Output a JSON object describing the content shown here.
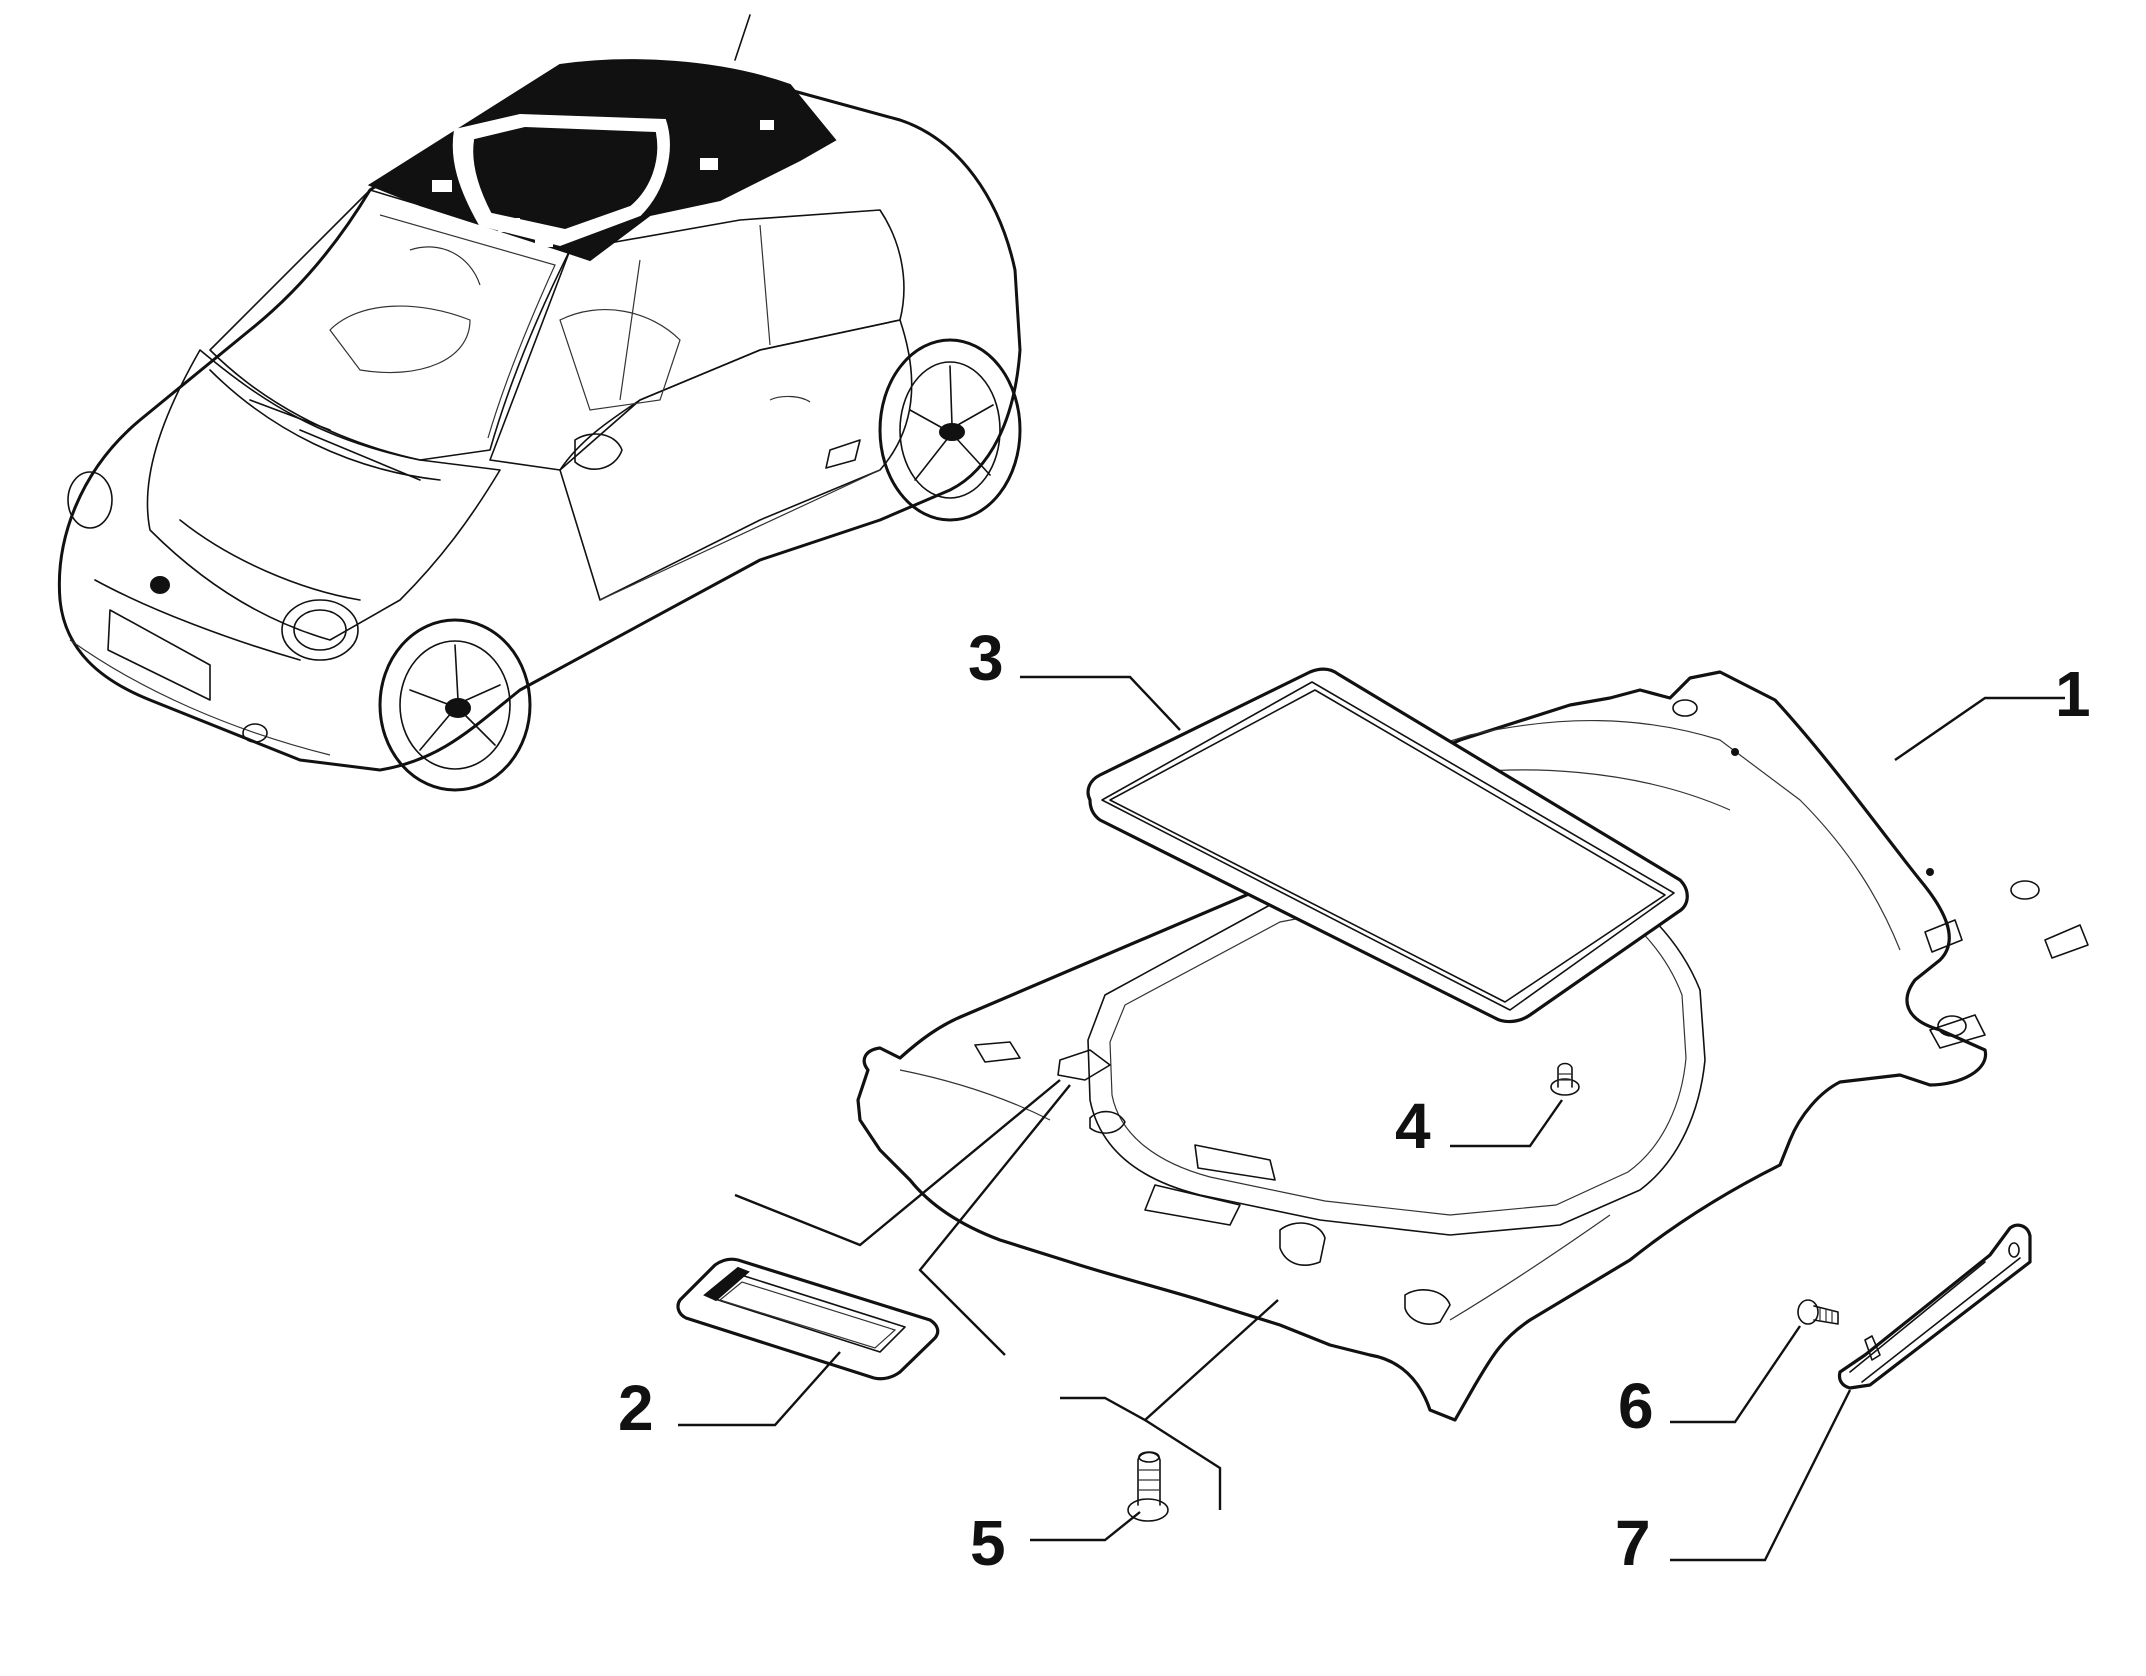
{
  "callouts": {
    "n1": "1",
    "n2": "2",
    "n3": "3",
    "n4": "4",
    "n5": "5",
    "n6": "6",
    "n7": "7"
  },
  "colors": {
    "ink": "#111111",
    "background": "#ffffff"
  }
}
